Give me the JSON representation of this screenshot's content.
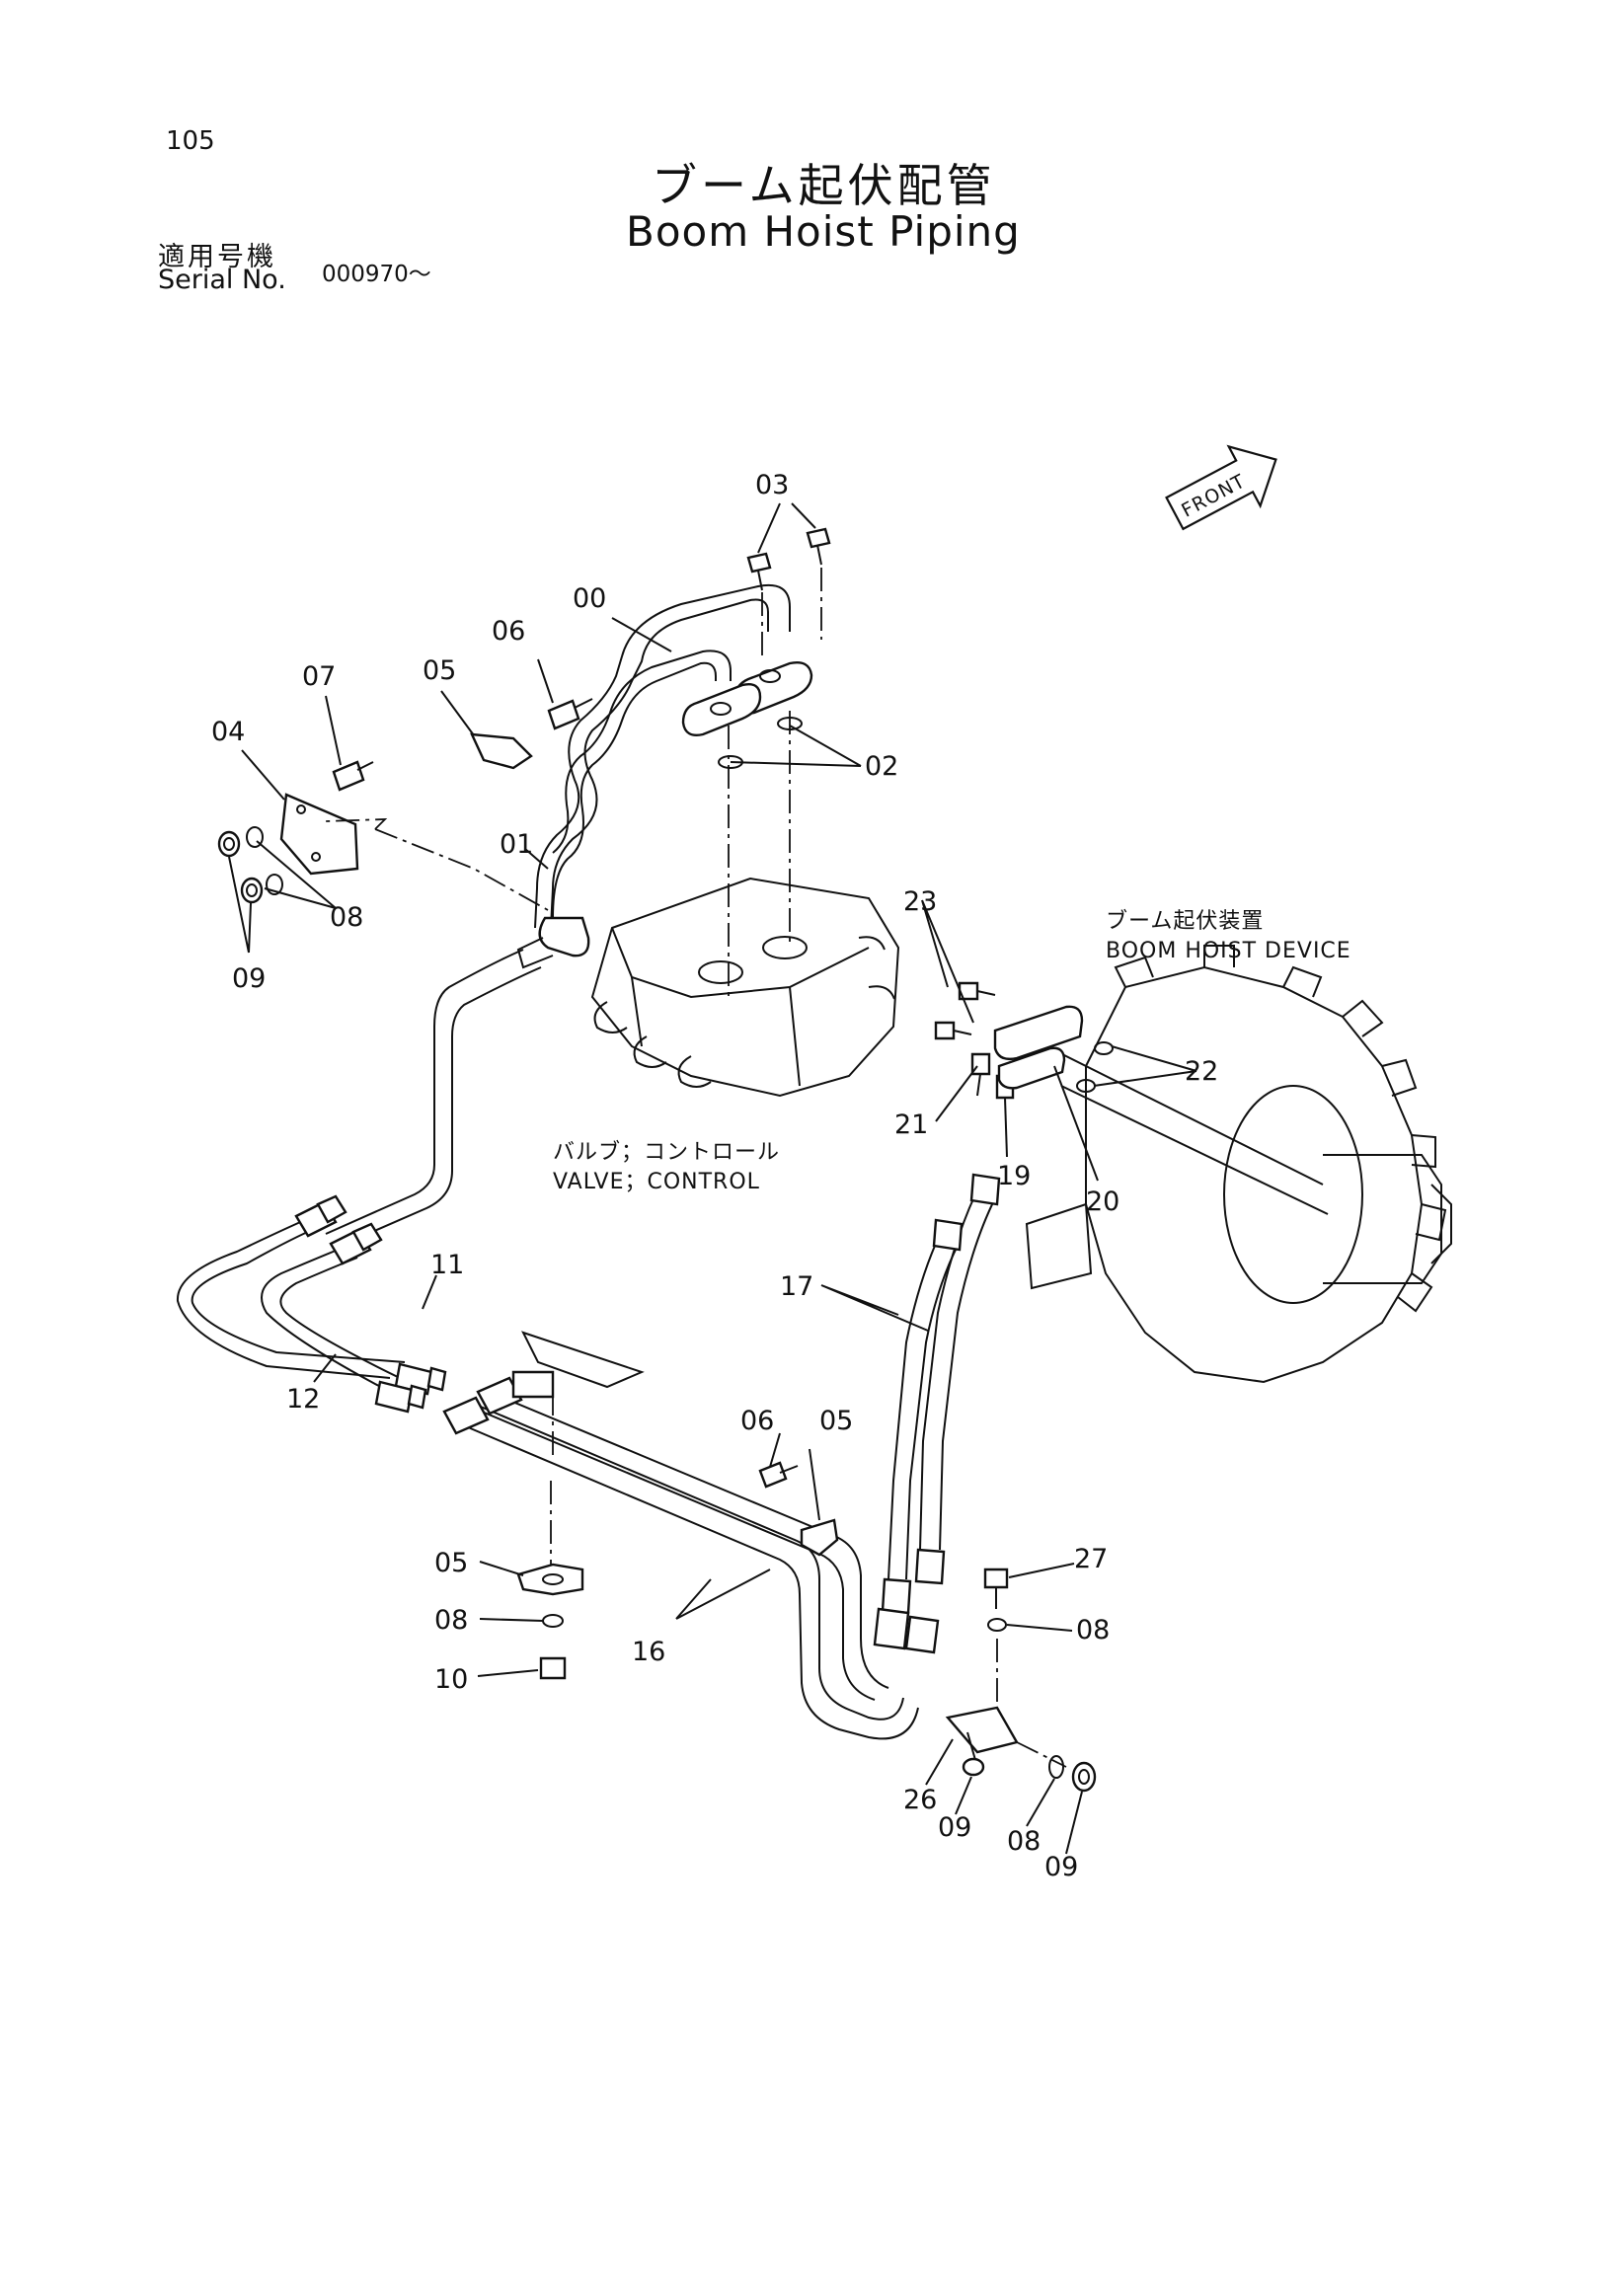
{
  "page_number": "105",
  "title_jp": "ブーム起伏配管",
  "title_en": "Boom Hoist Piping",
  "serial": {
    "label_jp": "適用号機",
    "label_en": "Serial No.",
    "value": "000970～"
  },
  "front_label": "FRONT",
  "components": {
    "boom_hoist_device_jp": "ブーム起伏装置",
    "boom_hoist_device_en": "BOOM HOIST DEVICE",
    "control_valve_jp": "バルブ；コントロール",
    "control_valve_en": "VALVE；CONTROL"
  },
  "callouts": {
    "c00": "00",
    "c01": "01",
    "c02": "02",
    "c03": "03",
    "c04": "04",
    "c05a": "05",
    "c05b": "05",
    "c05c": "05",
    "c06a": "06",
    "c06b": "06",
    "c07": "07",
    "c08a": "08",
    "c08b": "08",
    "c08c": "08",
    "c08d": "08",
    "c09a": "09",
    "c09b": "09",
    "c09c": "09",
    "c10": "10",
    "c11": "11",
    "c12": "12",
    "c16": "16",
    "c17": "17",
    "c19": "19",
    "c20": "20",
    "c21": "21",
    "c22": "22",
    "c23": "23",
    "c26": "26",
    "c27": "27"
  }
}
